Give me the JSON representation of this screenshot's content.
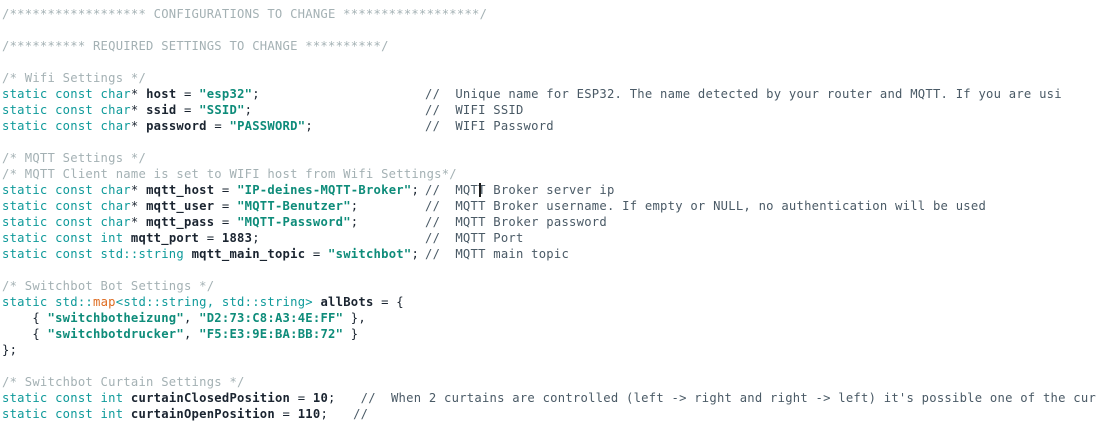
{
  "editor": {
    "language": "cpp",
    "filename_hint": "configuration header",
    "background": "#ffffff",
    "colors": {
      "keyword": "#0E9A9A",
      "type_template": "#DE6B20",
      "identifier": "#1A2430",
      "string": "#0E8C7A",
      "number": "#1A2430",
      "block_comment": "#A4B1B4",
      "line_comment": "#4A5A66",
      "caret": "#1a1a1a"
    },
    "caret": {
      "line_index": 11,
      "column_label": "//",
      "visible": true
    }
  },
  "lines": [
    {
      "id": "l1",
      "kind": "block-comment",
      "text": "/****************** CONFIGURATIONS TO CHANGE ******************/",
      "comment": ""
    },
    {
      "id": "l2",
      "kind": "blank",
      "text": "",
      "comment": ""
    },
    {
      "id": "l3",
      "kind": "block-comment",
      "text": "/********** REQUIRED SETTINGS TO CHANGE **********/",
      "comment": ""
    },
    {
      "id": "l4",
      "kind": "blank",
      "text": "",
      "comment": ""
    },
    {
      "id": "l5",
      "kind": "block-comment",
      "text": "/* Wifi Settings */",
      "comment": ""
    },
    {
      "id": "l6",
      "kind": "decl",
      "keyword": "static const char",
      "star": "*",
      "name": "host",
      "eq": " = ",
      "value": "\"esp32\"",
      "semi": ";",
      "comment": "//  Unique name for ESP32. The name detected by your router and MQTT. If you are usi"
    },
    {
      "id": "l7",
      "kind": "decl",
      "keyword": "static const char",
      "star": "*",
      "name": "ssid",
      "eq": " = ",
      "value": "\"SSID\"",
      "semi": ";",
      "comment": "//  WIFI SSID"
    },
    {
      "id": "l8",
      "kind": "decl",
      "keyword": "static const char",
      "star": "*",
      "name": "password",
      "eq": " = ",
      "value": "\"PASSWORD\"",
      "semi": ";",
      "comment": "//  WIFI Password"
    },
    {
      "id": "l9",
      "kind": "blank",
      "text": "",
      "comment": ""
    },
    {
      "id": "l10",
      "kind": "block-comment",
      "text": "/* MQTT Settings */",
      "comment": ""
    },
    {
      "id": "l11",
      "kind": "block-comment",
      "text": "/* MQTT Client name is set to WIFI host from Wifi Settings*/",
      "comment": ""
    },
    {
      "id": "l12",
      "kind": "decl",
      "keyword": "static const char",
      "star": "*",
      "name": "mqtt_host",
      "eq": " = ",
      "value": "\"IP-deines-MQTT-Broker\"",
      "semi": ";",
      "comment": "//  MQTT Broker server ip"
    },
    {
      "id": "l13",
      "kind": "decl",
      "keyword": "static const char",
      "star": "*",
      "name": "mqtt_user",
      "eq": " = ",
      "value": "\"MQTT-Benutzer\"",
      "semi": ";",
      "comment": "//  MQTT Broker username. If empty or NULL, no authentication will be used"
    },
    {
      "id": "l14",
      "kind": "decl",
      "keyword": "static const char",
      "star": "*",
      "name": "mqtt_pass",
      "eq": " = ",
      "value": "\"MQTT-Password\"",
      "semi": ";",
      "comment": "//  MQTT Broker password"
    },
    {
      "id": "l15",
      "kind": "decl-num",
      "keyword": "static const int",
      "star": "",
      "name": "mqtt_port",
      "eq": " = ",
      "value": "1883",
      "semi": ";",
      "comment": "//  MQTT Port"
    },
    {
      "id": "l16",
      "kind": "decl",
      "keyword": "static const std::string",
      "star": "",
      "name": "mqtt_main_topic",
      "eq": " = ",
      "value": "\"switchbot\"",
      "semi": ";",
      "comment": "//  MQTT main topic"
    },
    {
      "id": "l17",
      "kind": "blank",
      "text": "",
      "comment": ""
    },
    {
      "id": "l18",
      "kind": "block-comment",
      "text": "/* Switchbot Bot Settings */",
      "comment": ""
    },
    {
      "id": "l19",
      "kind": "map-decl",
      "kw1": "static",
      "pre": " std::",
      "tmpl": "map",
      "post": "<std::string, std::string> ",
      "name": "allBots",
      "eq": " = ",
      "brace": "{",
      "comment": ""
    },
    {
      "id": "l20",
      "kind": "map-entry",
      "indent": "    ",
      "key": "\"switchbotheizung\"",
      "val": "\"D2:73:C8:A3:4E:FF\"",
      "tail": ",",
      "comment": ""
    },
    {
      "id": "l21",
      "kind": "map-entry",
      "indent": "    ",
      "key": "\"switchbotdrucker\"",
      "val": "\"F5:E3:9E:BA:BB:72\"",
      "tail": "",
      "comment": ""
    },
    {
      "id": "l22",
      "kind": "plain",
      "text": "};",
      "comment": ""
    },
    {
      "id": "l23",
      "kind": "blank",
      "text": "",
      "comment": ""
    },
    {
      "id": "l24",
      "kind": "block-comment",
      "text": "/* Switchbot Curtain Settings */",
      "comment": ""
    },
    {
      "id": "l25",
      "kind": "decl-num-inline",
      "keyword": "static const int",
      "name": "curtainClosedPosition",
      "eq": " = ",
      "value": "10",
      "semi": ";",
      "comment": "//  When 2 curtains are controlled (left -> right and right -> left) it's possible one of the cur"
    },
    {
      "id": "l26",
      "kind": "decl-num-inline-clipped",
      "keyword": "static const int",
      "name": "curtainOpenPosition",
      "eq": " = ",
      "value": "110",
      "semi": ";",
      "comment": "//  "
    }
  ]
}
